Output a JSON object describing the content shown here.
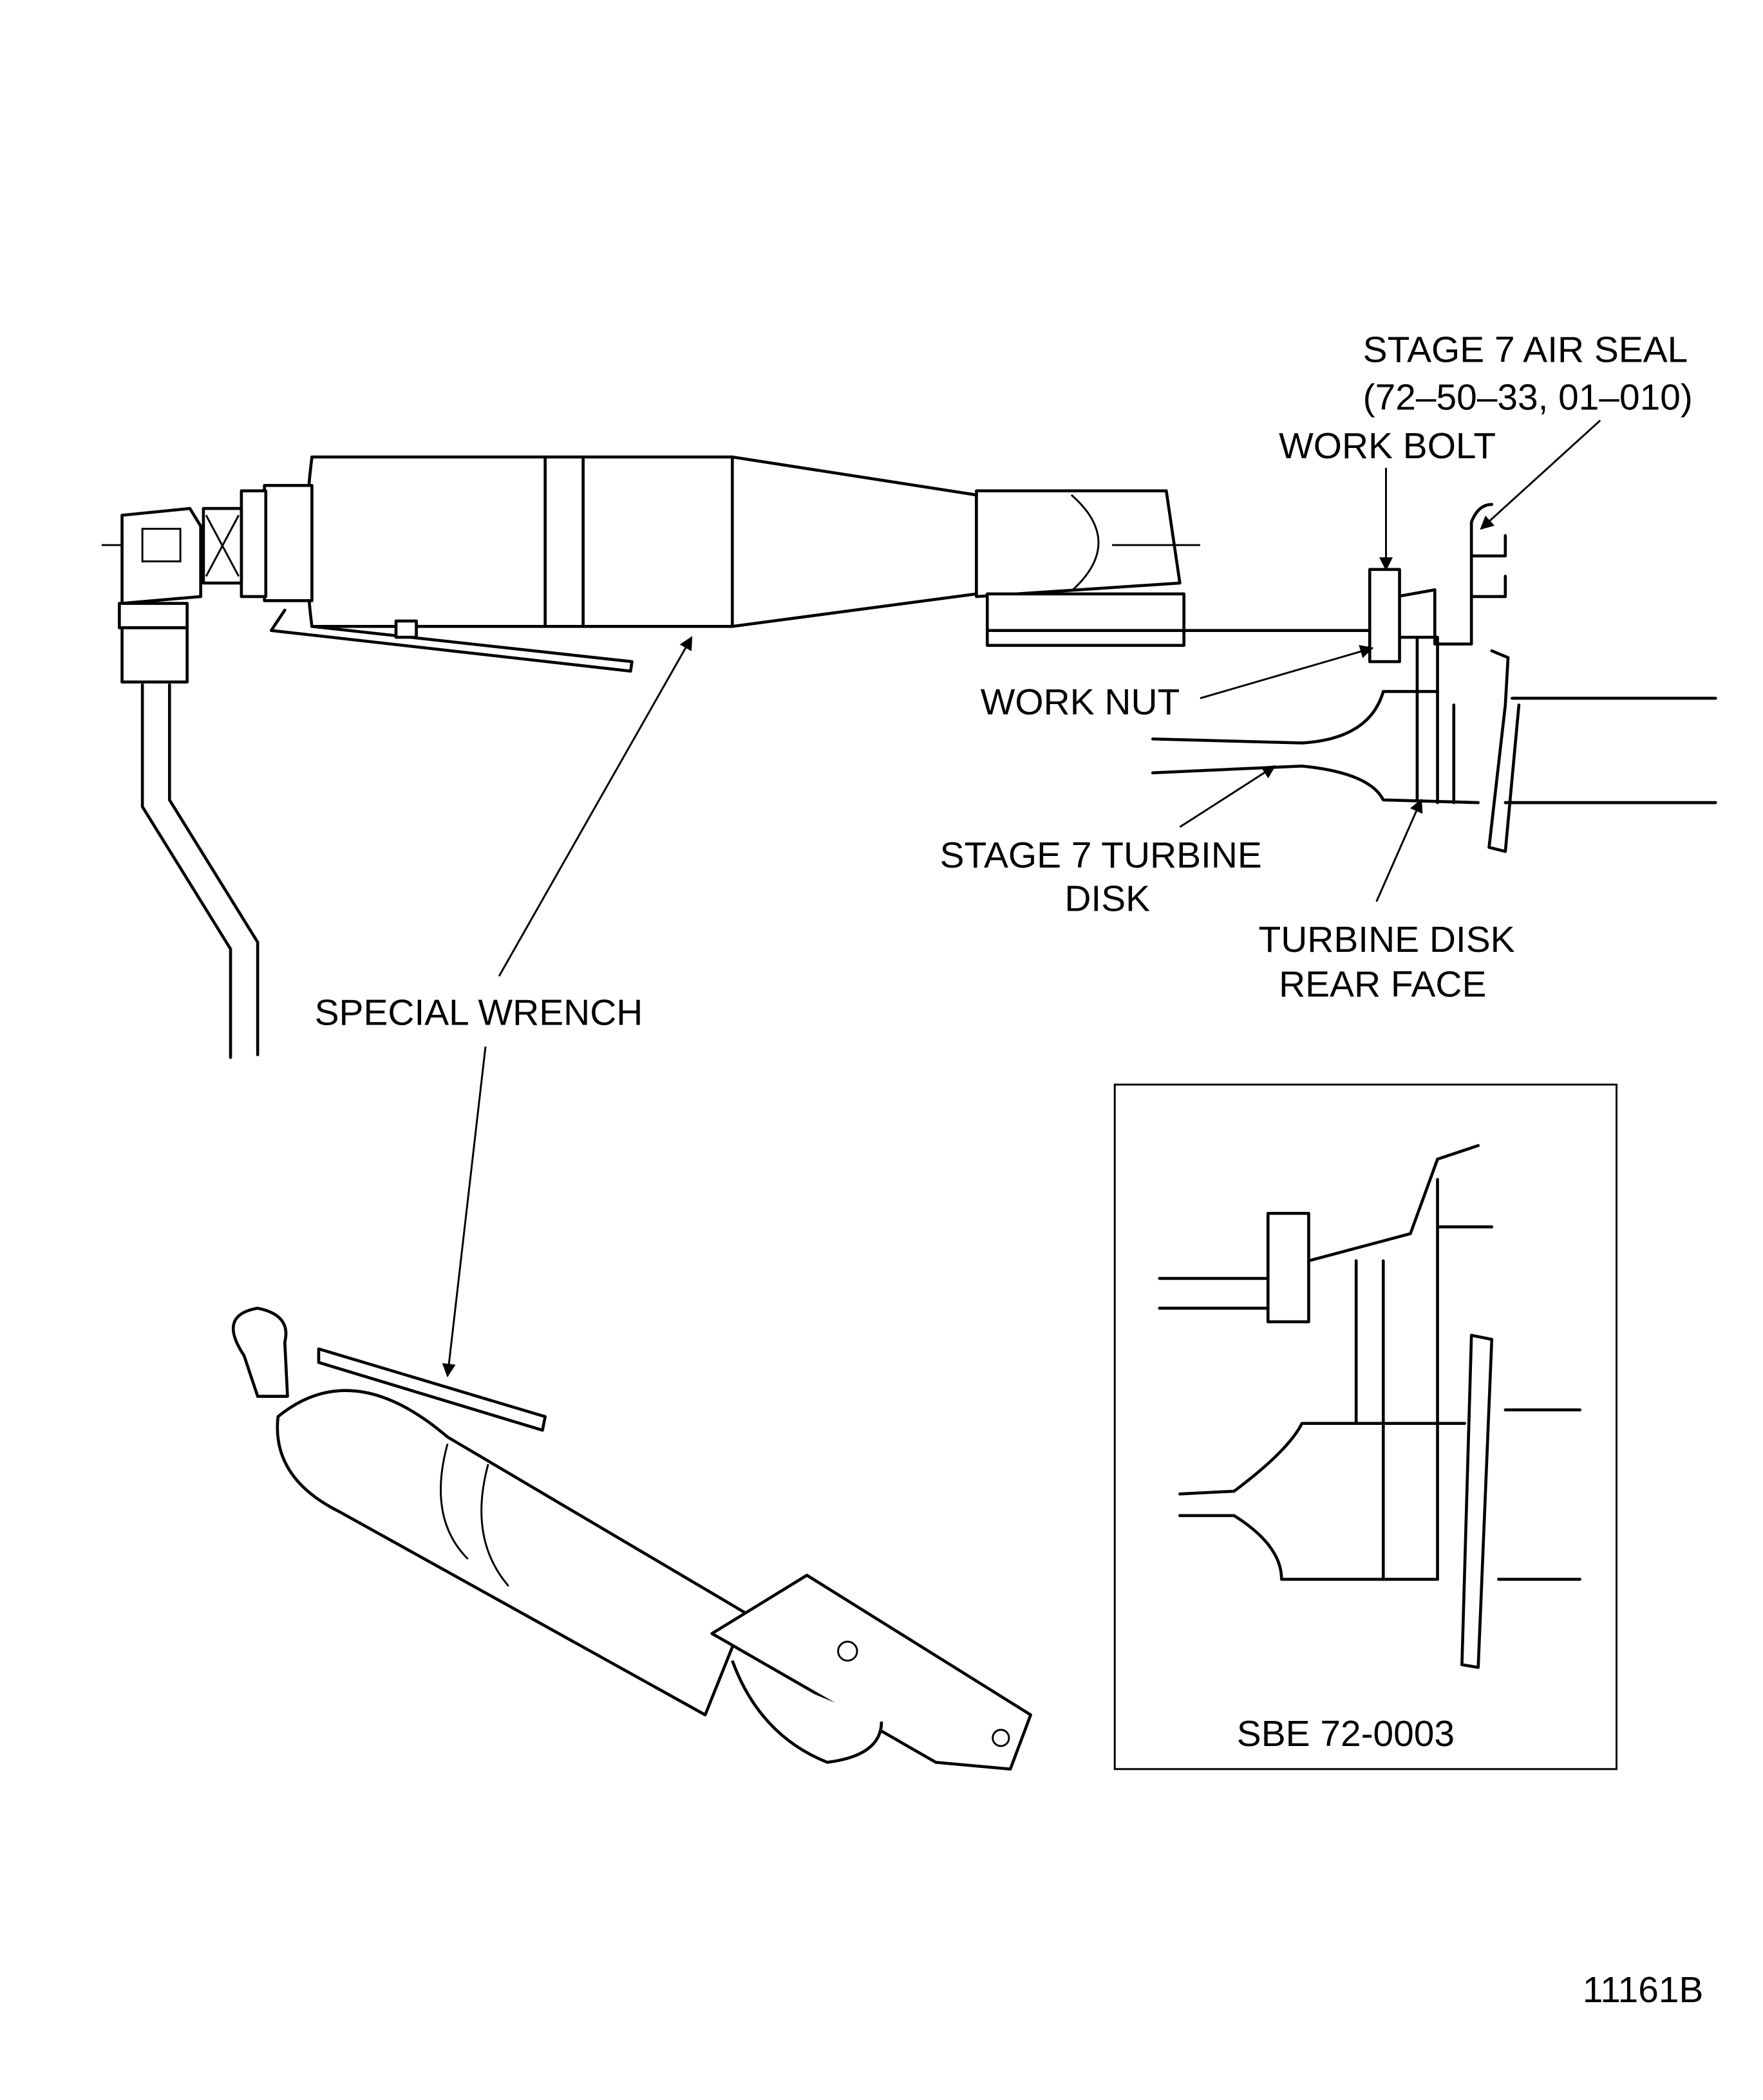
{
  "labels": {
    "air_seal_line1": "STAGE 7 AIR SEAL",
    "air_seal_line2": "(72–50–33, 01–010)",
    "work_bolt": "WORK BOLT",
    "work_nut": "WORK NUT",
    "turbine_disk_line1": "STAGE 7 TURBINE",
    "turbine_disk_line2": "DISK",
    "rear_face_line1": "TURBINE DISK",
    "rear_face_line2": "REAR FACE",
    "special_wrench": "SPECIAL WRENCH",
    "inset_caption": "SBE 72-0003",
    "figure_number": "11161B"
  }
}
